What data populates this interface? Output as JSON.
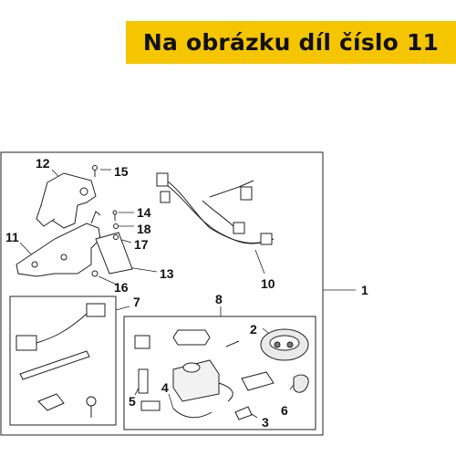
{
  "banner": {
    "text": "Na obrázku díl číslo 11",
    "color": "#f5c500"
  },
  "callouts": [
    "1",
    "2",
    "3",
    "4",
    "5",
    "6",
    "7",
    "8",
    "10",
    "11",
    "12",
    "13",
    "14",
    "15",
    "16",
    "17",
    "18"
  ]
}
